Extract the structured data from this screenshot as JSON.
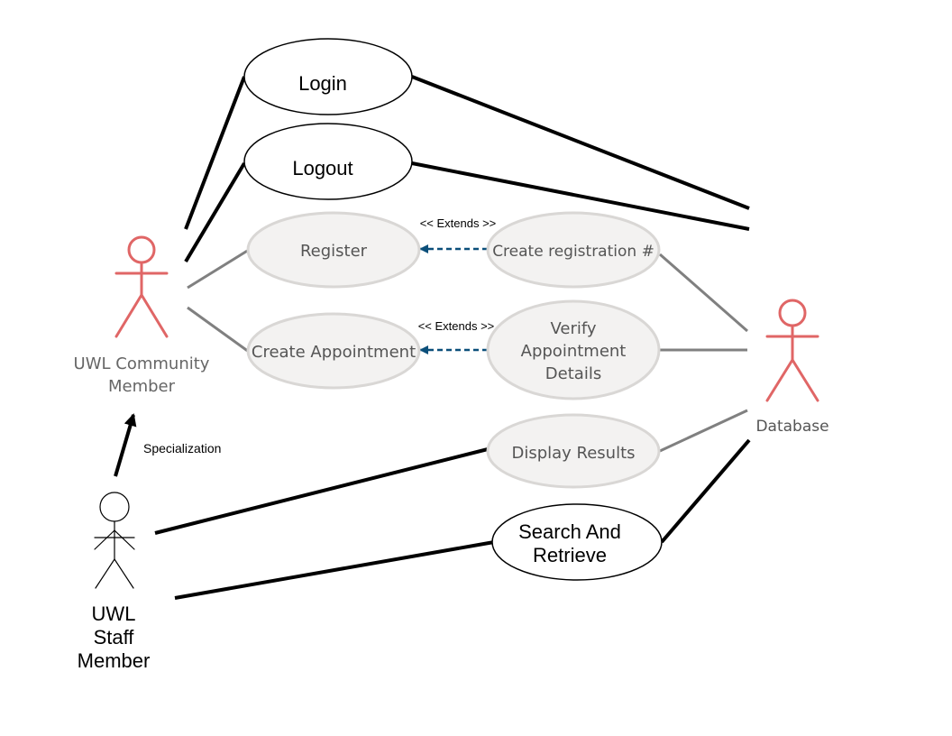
{
  "use_cases": {
    "login": "Login",
    "logout": "Logout",
    "register": "Register",
    "create_registration": "Create registration #",
    "create_appointment": "Create Appointment",
    "verify_appointment": [
      "Verify",
      "Appointment",
      "Details"
    ],
    "display_results": "Display Results",
    "search_retrieve": [
      "Search And",
      "Retrieve"
    ]
  },
  "actors": {
    "community_member": [
      "UWL Community",
      "Member"
    ],
    "staff_member": [
      "UWL",
      "Staff",
      "Member"
    ],
    "database": "Database"
  },
  "relations": {
    "extends_register": "<< Extends >>",
    "extends_appointment": "<< Extends >>",
    "specialization": "Specialization"
  },
  "colors": {
    "actor_accent": "#e06666",
    "extend_arrow": "#0b4f7a",
    "association_light": "#808080",
    "association_dark": "#000000",
    "usecase_light_fill": "#f3f2f1",
    "usecase_light_stroke": "#d9d7d5"
  }
}
